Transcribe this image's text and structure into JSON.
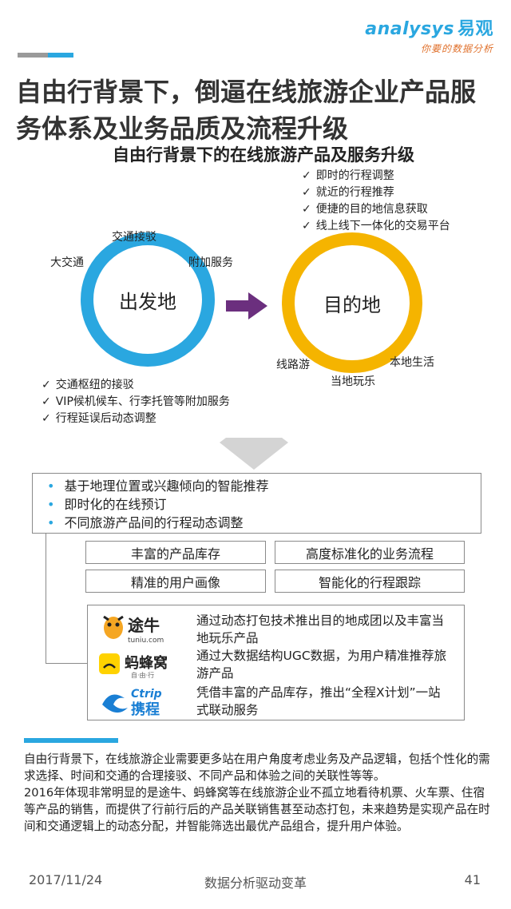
{
  "header": {
    "logo_en": "analysys",
    "logo_cn": "易观",
    "logo_slogan": "你要的数据分析"
  },
  "title": "自由行背景下，倒逼在线旅游企业产品服务体系及业务品质及流程升级",
  "subtitle": "自由行背景下的在线旅游产品及服务升级",
  "diagram": {
    "origin": {
      "label": "出发地",
      "surround_labels": [
        "交通接驳",
        "大交通",
        "附加服务"
      ],
      "checks": [
        "交通枢纽的接驳",
        "VIP候机候车、行李托管等附加服务",
        "行程延误后动态调整"
      ],
      "ring_color": "#2aa7e0"
    },
    "destination": {
      "label": "目的地",
      "surround_labels": [
        "线路游",
        "当地玩乐",
        "本地生活"
      ],
      "checks": [
        "即时的行程调整",
        "就近的行程推荐",
        "便捷的目的地信息获取",
        "线上线下一体化的交易平台"
      ],
      "ring_color": "#f5b400"
    },
    "arrow_color": "#6b2f7e"
  },
  "bullets": [
    "基于地理位置或兴趣倾向的智能推荐",
    "即时化的在线预订",
    "不同旅游产品间的行程动态调整"
  ],
  "features": [
    "丰富的产品库存",
    "高度标准化的业务流程",
    "精准的用户画像",
    "智能化的行程跟踪"
  ],
  "companies": [
    {
      "name": "途牛",
      "sub": "tuniu.com",
      "icon": "tuniu-logo",
      "desc": "通过动态打包技术推出目的地成团以及丰富当地玩乐产品"
    },
    {
      "name": "蚂蜂窝",
      "sub": "自·由·行",
      "icon": "mafengwo-logo",
      "desc": "通过大数据结构UGC数据，为用户精准推荐旅游产品"
    },
    {
      "name": "携程",
      "sub": "Ctrip",
      "icon": "ctrip-logo",
      "desc": "凭借丰富的产品库存，推出“全程X计划”一站式联动服务"
    }
  ],
  "summary": "自由行背景下，在线旅游企业需要更多站在用户角度考虑业务及产品逻辑，包括个性化的需求选择、时间和交通的合理接驳、不同产品和体验之间的关联性等等。\n2016年体现非常明显的是途牛、蚂蜂窝等在线旅游企业不孤立地看待机票、火车票、住宿等产品的销售，而提供了行前行后的产品关联销售甚至动态打包，未来趋势是实现产品在时间和交通逻辑上的动态分配，并智能筛选出最优产品组合，提升用户体验。",
  "footer": {
    "date": "2017/11/24",
    "center": "数据分析驱动变革",
    "page": "41"
  }
}
